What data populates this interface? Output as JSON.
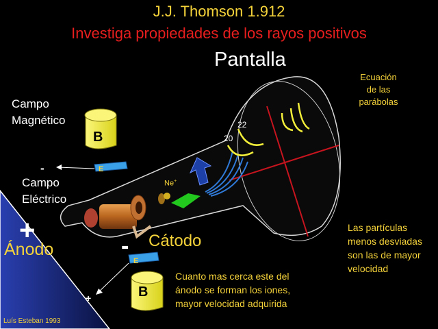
{
  "title": "J.J. Thomson 1.912",
  "subtitle": "Investiga propiedades de los rayos positivos",
  "screen_label": "Pantalla",
  "equation_note": "Ecuación de las parábolas",
  "magnetic_field_label": "Campo Magnético",
  "electric_field_label": "Campo Eléctrico",
  "anode_label": "Ánodo",
  "cathode_label": "Cátodo",
  "closer_note": "Cuanto mas cerca este del ánodo se forman los iones, mayor velocidad adquirida",
  "particles_note": "Las partículas menos desviadas son las de mayor velocidad",
  "author": "Luís Esteban 1993",
  "magnet_letter": "B",
  "electric_letter": "E",
  "ion_label": "Ne",
  "ion_charge": "+",
  "parabola_20": "20",
  "parabola_22": "22",
  "sign_plus": "+",
  "sign_minus": "-",
  "colors": {
    "title": "#f4d23a",
    "subtitle": "#e81e1e",
    "text": "#ffffff",
    "note": "#f4d23a",
    "anode_gradient": "#1a2b8a",
    "magnet": "#f2ee3a",
    "electric_plate": "#3aa0e8",
    "ion_beam": "#2f7ad8",
    "parabola": "#f2ee3a",
    "crosshair": "#c8141e",
    "arrow": "#1c3fa8",
    "green_plate": "#22c81e"
  },
  "icons": {
    "magnet": "cylinder-magnet-icon",
    "electric_plate": "plate-icon",
    "arrow": "blue-arrow-icon"
  }
}
